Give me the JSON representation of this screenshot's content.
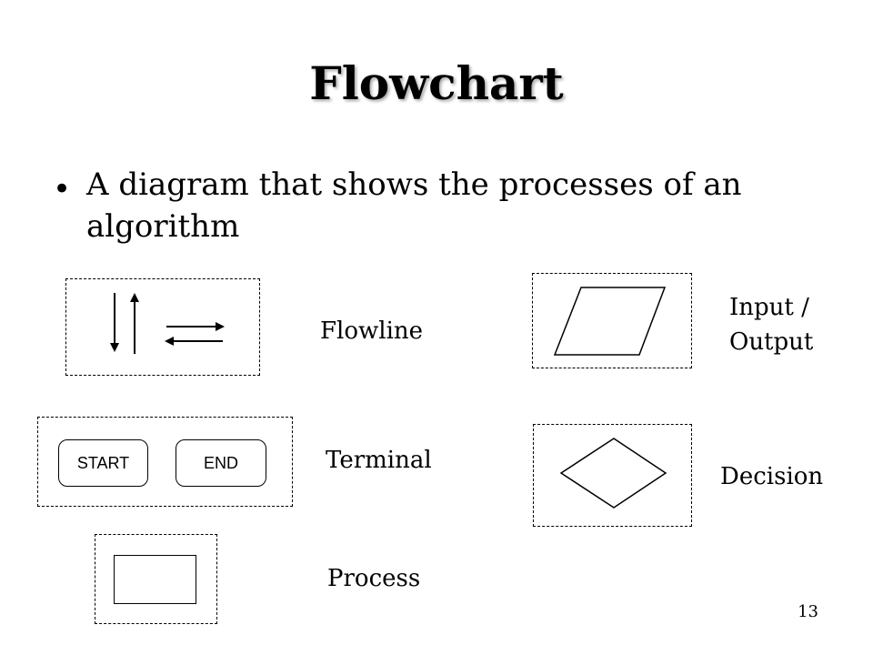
{
  "title": "Flowchart",
  "bullet": {
    "marker": "•",
    "text": "A diagram that shows the processes of an algorithm"
  },
  "symbols": {
    "flowline": {
      "label": "Flowline"
    },
    "terminal": {
      "label": "Terminal",
      "start_label": "START",
      "end_label": "END"
    },
    "process": {
      "label": "Process"
    },
    "input_output": {
      "label_line1": "Input /",
      "label_line2": "Output"
    },
    "decision": {
      "label": "Decision"
    }
  },
  "page_number": "13"
}
